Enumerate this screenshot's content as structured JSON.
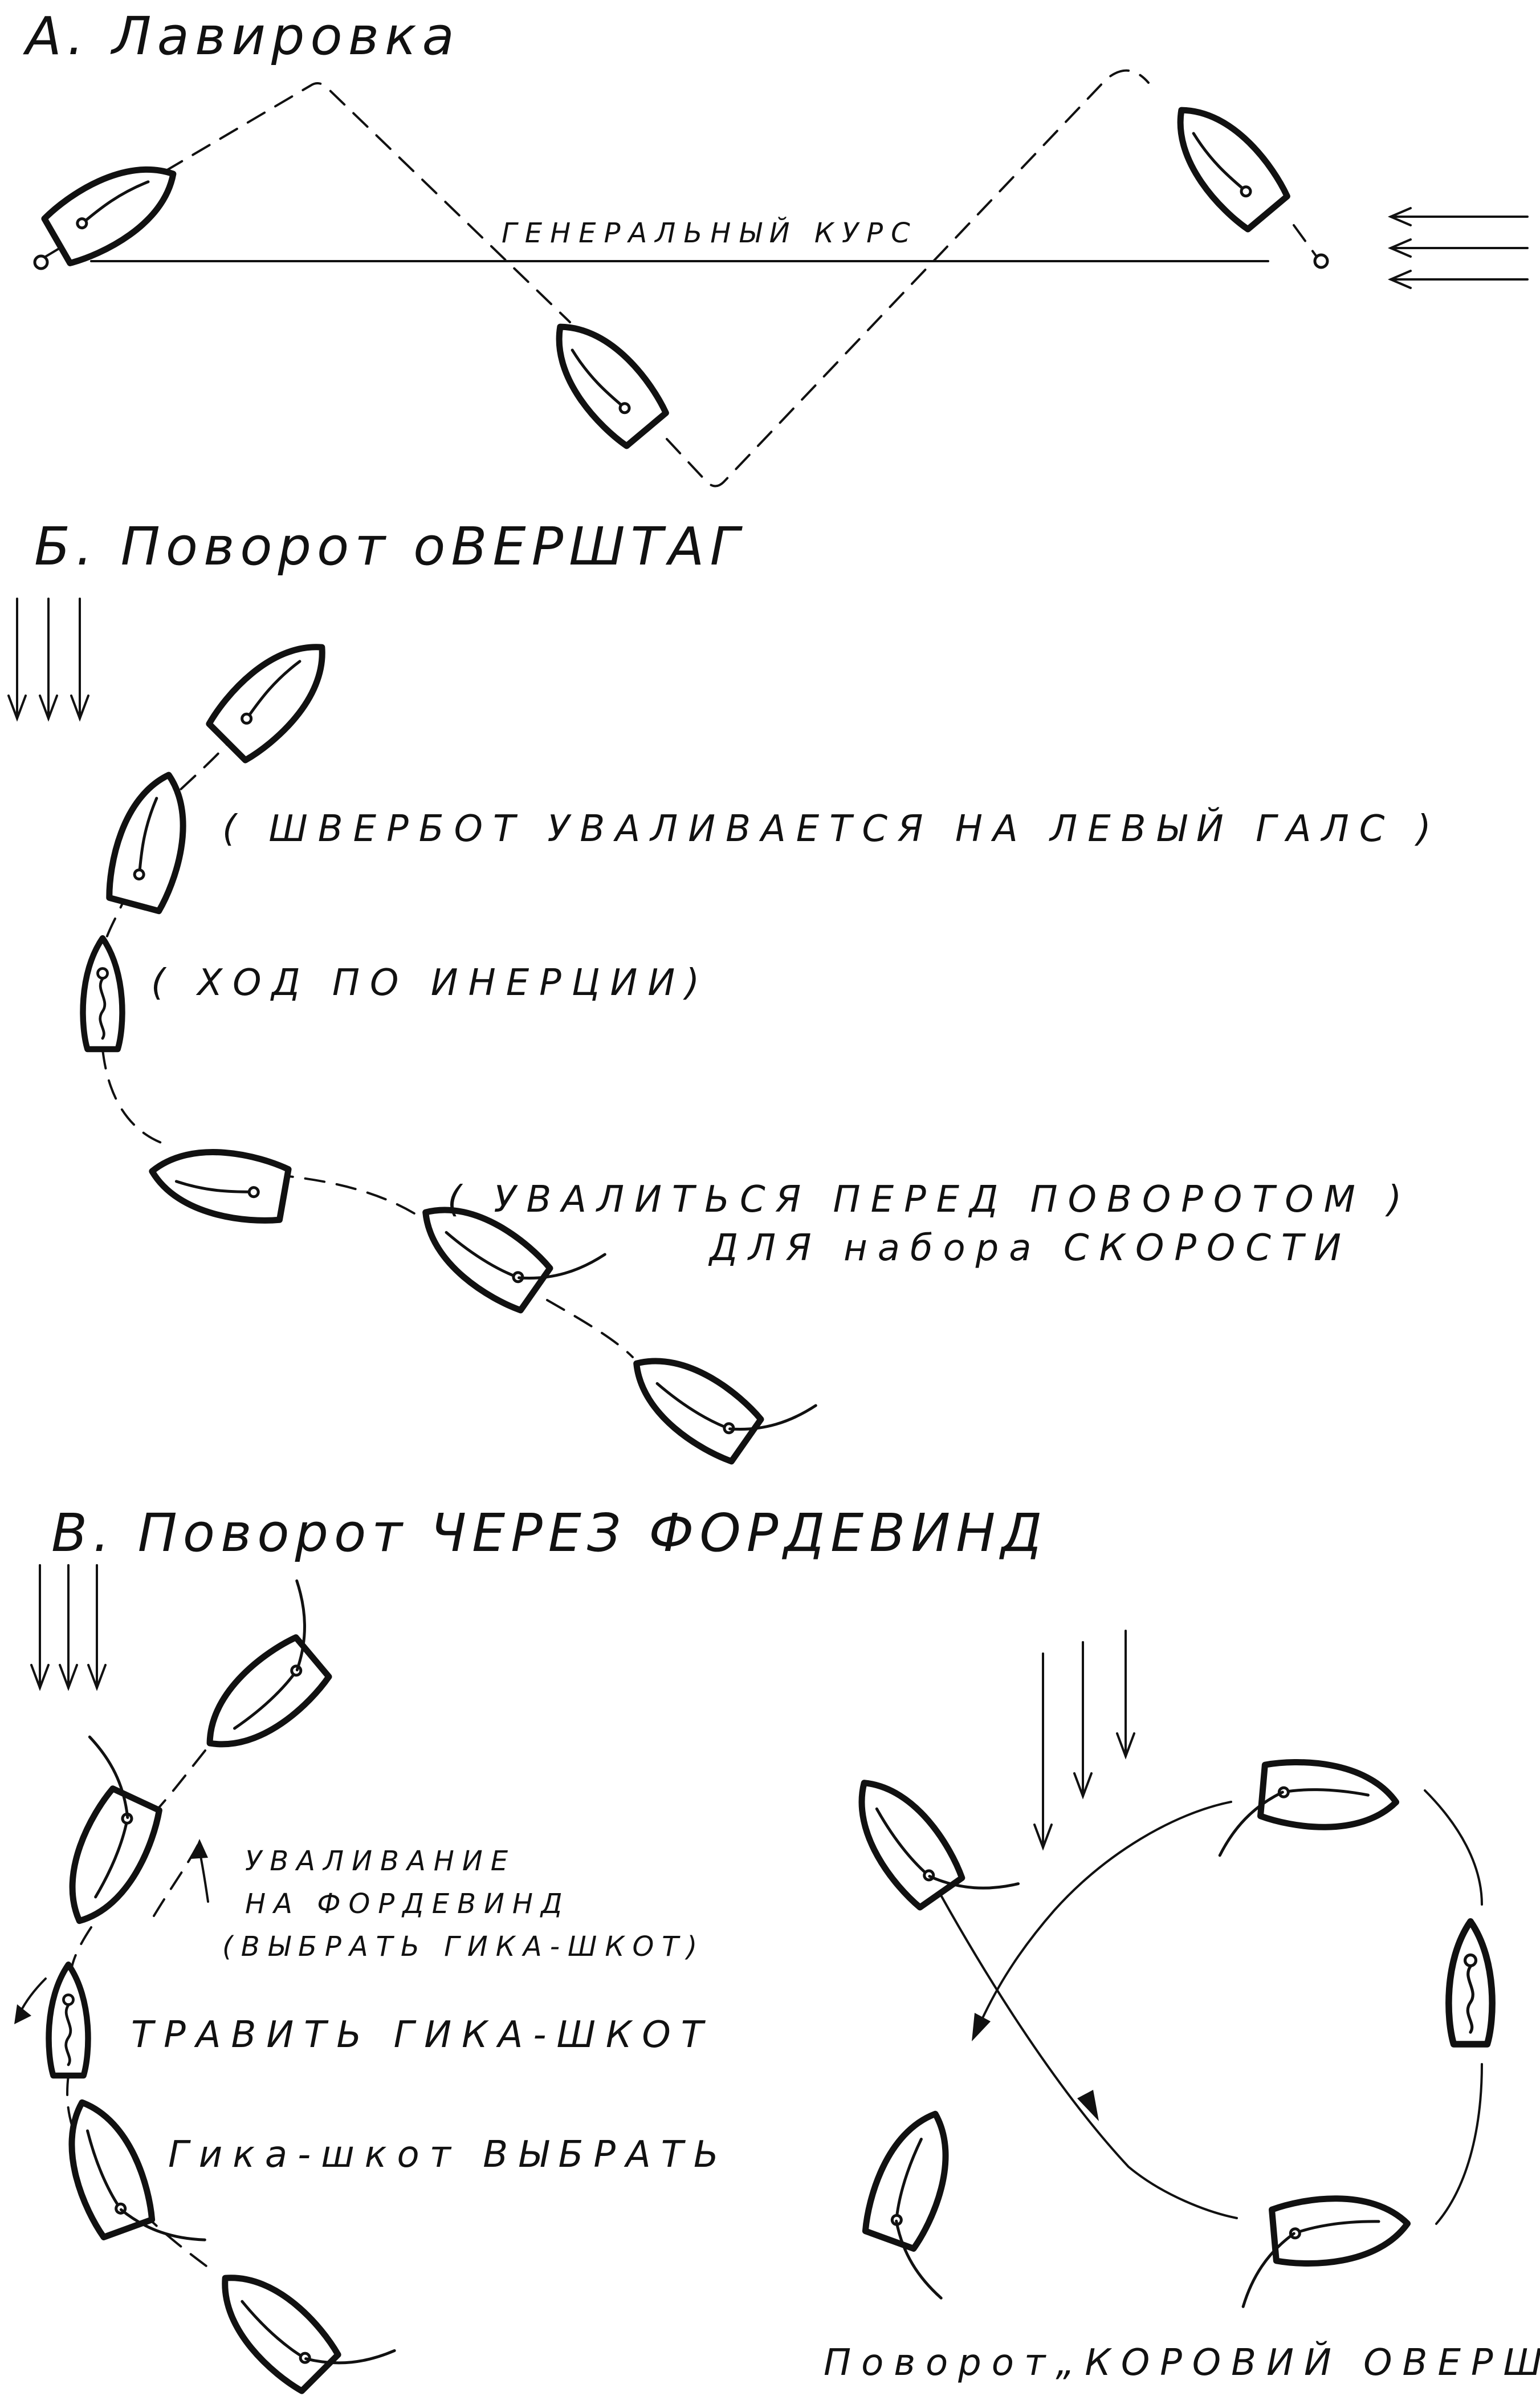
{
  "sections": {
    "a": {
      "title": "А.   Лавировка",
      "course_label": "ГЕНЕРАЛЬНЫЙ   КУРС"
    },
    "b": {
      "title": "Б. Поворот    оВЕРШТАГ",
      "note_1": "( ШВЕРБОТ   УВАЛИВАЕТСЯ   НА   ЛЕВЫЙ   ГАЛС )",
      "note_2": "( ХОД    ПО   ИНЕРЦИИ)",
      "note_3_line_1": "( УВАЛИТЬСЯ    ПЕРЕД    ПОВОРОТОМ )",
      "note_3_line_2": "ДЛЯ    набора    СКОРОСТИ"
    },
    "c": {
      "title": "В.   Поворот     ЧЕРЕЗ    ФОРДЕВИНД",
      "note_1_line_1": "УВАЛИВАНИЕ",
      "note_1_line_2": "НА  ФОРДЕВИНД",
      "note_1_line_3": "(ВЫБРАТЬ  ГИКА-ШКОТ)",
      "note_2": "ТРАВИТЬ    ГИКА-ШКОТ",
      "note_3": "Гика-шкот   ВЫБРАТЬ",
      "figure8_caption": "Поворот„КОРОВИЙ ОВЕРШТАГ“"
    }
  }
}
